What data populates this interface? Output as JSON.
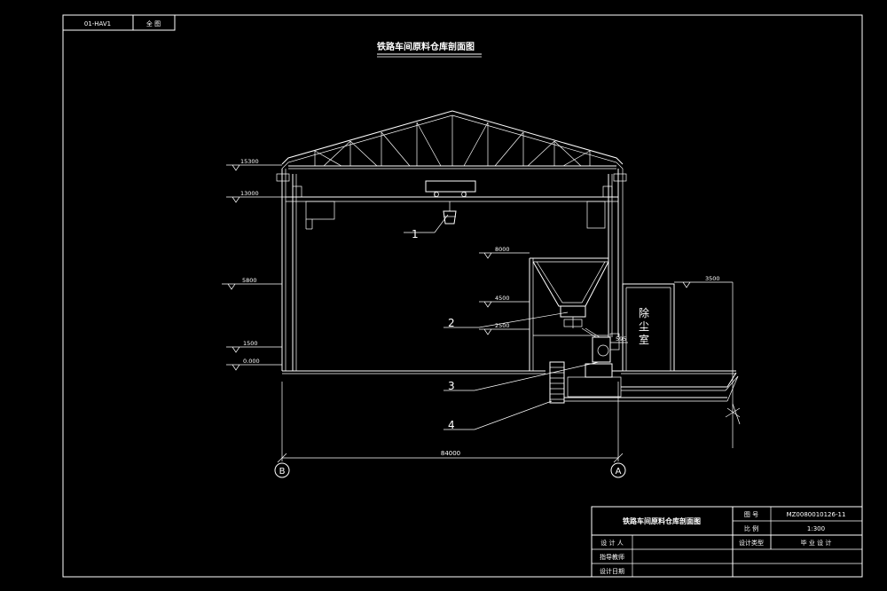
{
  "corner_stamp": {
    "code": "01-HAV1",
    "label": "全 图"
  },
  "drawing_title": "铁路车间原料仓库剖面图",
  "elevations": {
    "e15300": "15300",
    "e13000": "13000",
    "e5800": "5800",
    "e1500": "1500",
    "e0000": "0.000",
    "e8000": "8000",
    "e4500": "4500",
    "e2500": "2500",
    "e3500": "3500",
    "e595": "595"
  },
  "callouts": [
    "1",
    "2",
    "3",
    "4"
  ],
  "room_label": [
    "除",
    "尘",
    "室"
  ],
  "span_dimension": "84000",
  "axes": {
    "left": "B",
    "right": "A"
  },
  "title_block": {
    "project_name": "铁路车间原料仓库剖面图",
    "drawing_no_label": "图 号",
    "drawing_no": "MZ0080010126-11",
    "scale_label": "比 例",
    "scale": "1:300",
    "designer_label": "设 计 人",
    "design_type_label": "设计类型",
    "design_type": "毕 业 设 计",
    "instructor_label": "指导教师",
    "date_label": "设计日期"
  }
}
